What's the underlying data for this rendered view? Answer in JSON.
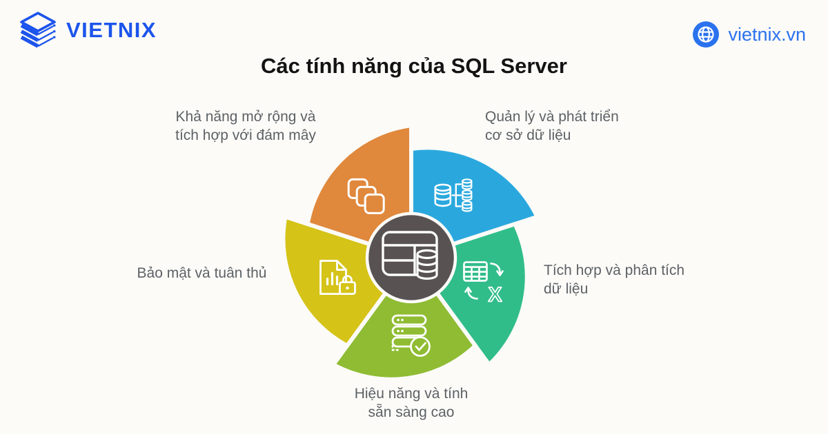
{
  "header": {
    "brand": "VIETNIX",
    "site": "vietnix.vn",
    "brand_color": "#1C54EC",
    "site_color": "#2A72EE"
  },
  "title": "Các tính năng của SQL Server",
  "background_color": "#FCFBF8",
  "text_color": "#5D6165",
  "center": {
    "icon": "database-table-icon",
    "color": "#585352"
  },
  "segments": [
    {
      "id": "cloud",
      "label": "Khả năng mở rộng và\ntích hợp với đám mây",
      "color": "#E0883C",
      "icon": "copy-squares-icon"
    },
    {
      "id": "manage",
      "label": "Quản lý và phát triển\ncơ sở dữ liệu",
      "color": "#2AA8DE",
      "icon": "database-tree-icon"
    },
    {
      "id": "integrate",
      "label": "Tích hợp và phân tích\ndữ liệu",
      "color": "#31BD8A",
      "icon": "table-convert-icon"
    },
    {
      "id": "performance",
      "label": "Hiệu năng và tính\nsẵn sàng cao",
      "color": "#8FBC33",
      "icon": "server-check-icon"
    },
    {
      "id": "security",
      "label": "Bảo mật và tuân thủ",
      "color": "#D5C318",
      "icon": "doc-lock-icon"
    }
  ]
}
